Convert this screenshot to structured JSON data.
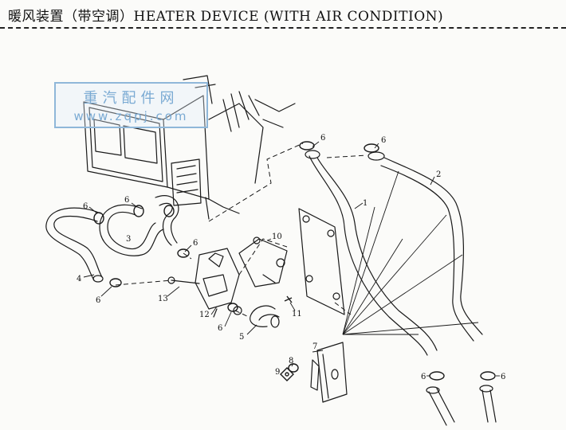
{
  "header": {
    "title": "暖风装置（带空调）HEATER DEVICE (WITH AIR CONDITION)"
  },
  "watermark": {
    "text_cn": "重汽配件网",
    "text_url": "www.zqpj.com"
  },
  "callouts": {
    "c1": "1",
    "c2": "2",
    "c3": "3",
    "c4": "4",
    "c5": "5",
    "c6": "6",
    "c7": "7",
    "c8": "8",
    "c9": "9",
    "c10": "10",
    "c11": "11",
    "c12": "12",
    "c13": "13"
  },
  "colors": {
    "ink": "#1a1a1a",
    "watermark": "#7aaad3"
  }
}
